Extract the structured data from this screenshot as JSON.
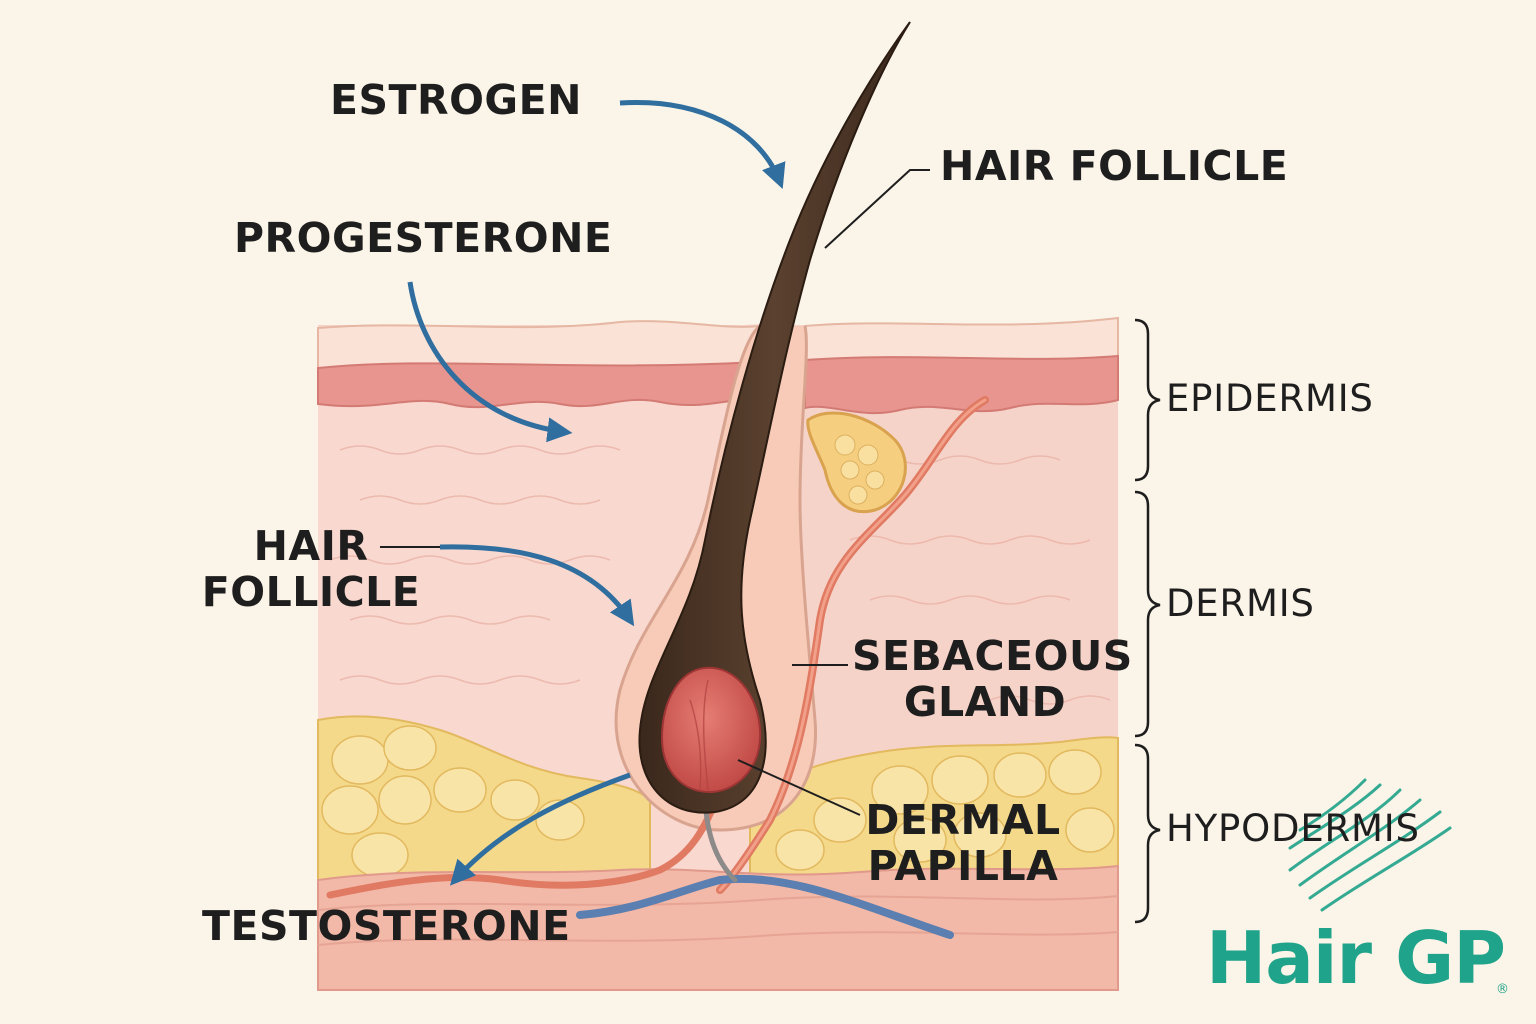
{
  "labels": {
    "estrogen": "ESTROGEN",
    "progesterone": "PROGESTERONE",
    "hair_follicle_top": "HAIR FOLLICLE",
    "hair_follicle_left_line1": "HAIR",
    "hair_follicle_left_line2": "FOLLICLE",
    "sebaceous_line1": "SEBACEOUS",
    "sebaceous_line2": "GLAND",
    "dermal_line1": "DERMAL",
    "dermal_line2": "PAPILLA",
    "testosterone": "TESTOSTERONE"
  },
  "layers": {
    "epidermis": "EPIDERMIS",
    "dermis": "DERMIS",
    "hypodermis": "HYPODERMIS"
  },
  "logo": {
    "text": "Hair GP",
    "registered": "®",
    "icon": "hair-strands-icon"
  },
  "colors": {
    "background": "#fbf4e8",
    "arrow": "#2f6e9e",
    "hair_shaft": "#4a3426",
    "skin": "#f5cfc4",
    "fat": "#f4d98a",
    "brand": "#1fa38a"
  }
}
